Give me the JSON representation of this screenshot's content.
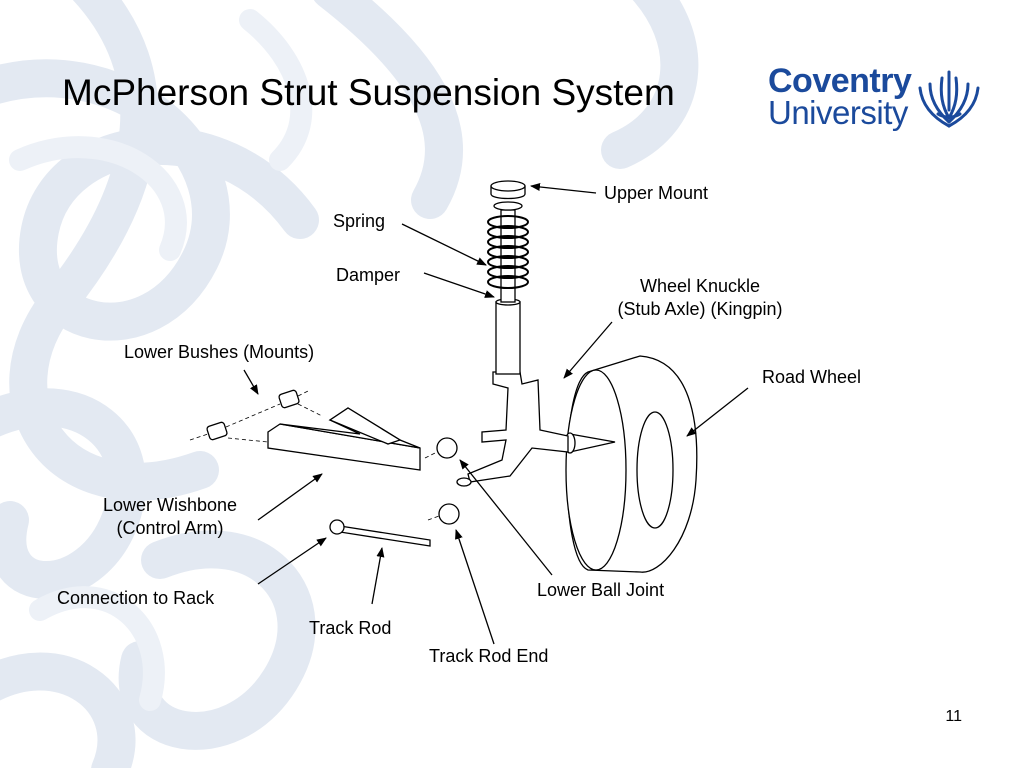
{
  "slide": {
    "title": "McPherson Strut Suspension System",
    "page_number": "11"
  },
  "logo": {
    "line1": "Coventry",
    "line2": "University",
    "color": "#1b4a9c"
  },
  "labels": {
    "upper_mount": "Upper Mount",
    "spring": "Spring",
    "damper": "Damper",
    "wheel_knuckle_1": "Wheel Knuckle",
    "wheel_knuckle_2": "(Stub Axle) (Kingpin)",
    "lower_bushes": "Lower Bushes (Mounts)",
    "road_wheel": "Road Wheel",
    "lower_wishbone_1": "Lower Wishbone",
    "lower_wishbone_2": "(Control Arm)",
    "connection_to_rack": "Connection to Rack",
    "track_rod": "Track Rod",
    "track_rod_end": "Track Rod End",
    "lower_ball_joint": "Lower Ball Joint"
  },
  "colors": {
    "background_swirl": "#dfe6f0",
    "line": "#000000"
  }
}
